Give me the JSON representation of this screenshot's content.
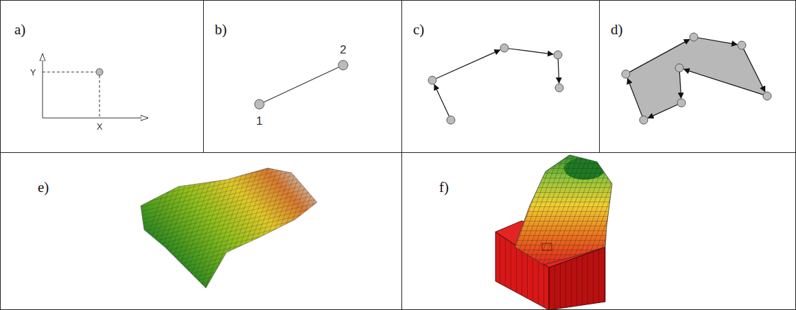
{
  "diagram": {
    "nodes": [
      {
        "text": [
          "a)"
        ]
      },
      {
        "text": [
          "b)"
        ]
      },
      {
        "text": [
          "c)"
        ]
      },
      {
        "text": [
          "d)"
        ]
      },
      {
        "text": [
          "e)"
        ]
      },
      {
        "text": [
          "f)"
        ]
      }
    ],
    "labels": [
      "Y",
      "X",
      "1",
      "2"
    ]
  }
}
